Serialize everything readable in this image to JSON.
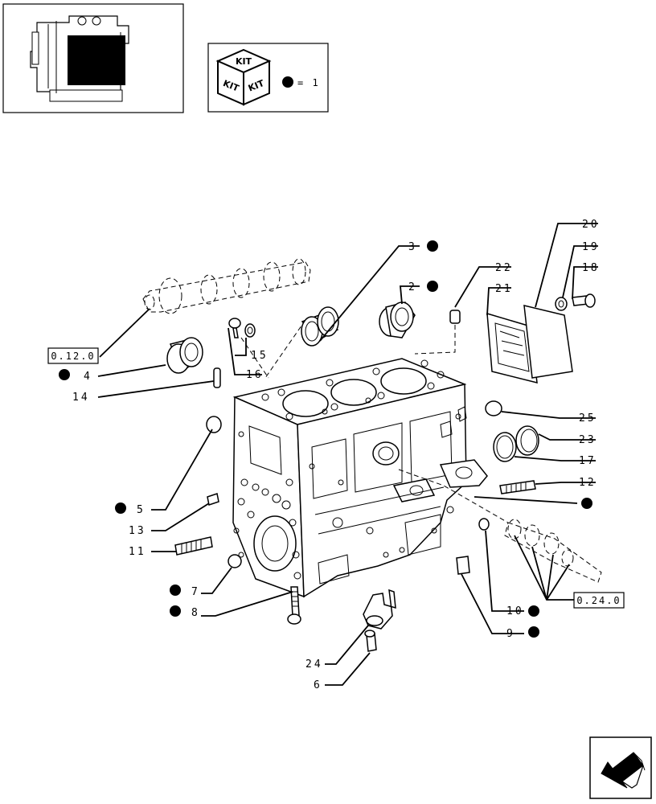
{
  "kit_legend": {
    "kit_top": "KIT",
    "kit_left": "KIT",
    "kit_right": "KIT",
    "equation": "= 1"
  },
  "references": {
    "camshaft": "0.12.0",
    "injection_pump": "0.24.0"
  },
  "callouts": [
    {
      "id": "c3",
      "label": "3",
      "kit": true
    },
    {
      "id": "c2",
      "label": "2",
      "kit": true
    },
    {
      "id": "c22",
      "label": "22",
      "kit": false
    },
    {
      "id": "c21",
      "label": "21",
      "kit": false
    },
    {
      "id": "c20",
      "label": "20",
      "kit": false
    },
    {
      "id": "c19",
      "label": "19",
      "kit": false
    },
    {
      "id": "c18",
      "label": "18",
      "kit": false
    },
    {
      "id": "c15",
      "label": "15",
      "kit": false
    },
    {
      "id": "c16",
      "label": "16",
      "kit": false
    },
    {
      "id": "c4",
      "label": "4",
      "kit": true
    },
    {
      "id": "c14",
      "label": "14",
      "kit": false
    },
    {
      "id": "c25",
      "label": "25",
      "kit": false
    },
    {
      "id": "c23",
      "label": "23",
      "kit": false
    },
    {
      "id": "c17",
      "label": "17",
      "kit": false
    },
    {
      "id": "c12",
      "label": "12",
      "kit": false
    },
    {
      "id": "c5",
      "label": "5",
      "kit": true
    },
    {
      "id": "c13",
      "label": "13",
      "kit": false
    },
    {
      "id": "c11",
      "label": "11",
      "kit": false
    },
    {
      "id": "c7",
      "label": "7",
      "kit": true
    },
    {
      "id": "c8",
      "label": "8",
      "kit": true
    },
    {
      "id": "c10",
      "label": "10",
      "kit": true
    },
    {
      "id": "c9",
      "label": "9",
      "kit": true
    },
    {
      "id": "c24",
      "label": "24",
      "kit": false
    },
    {
      "id": "c6",
      "label": "6",
      "kit": false
    }
  ]
}
